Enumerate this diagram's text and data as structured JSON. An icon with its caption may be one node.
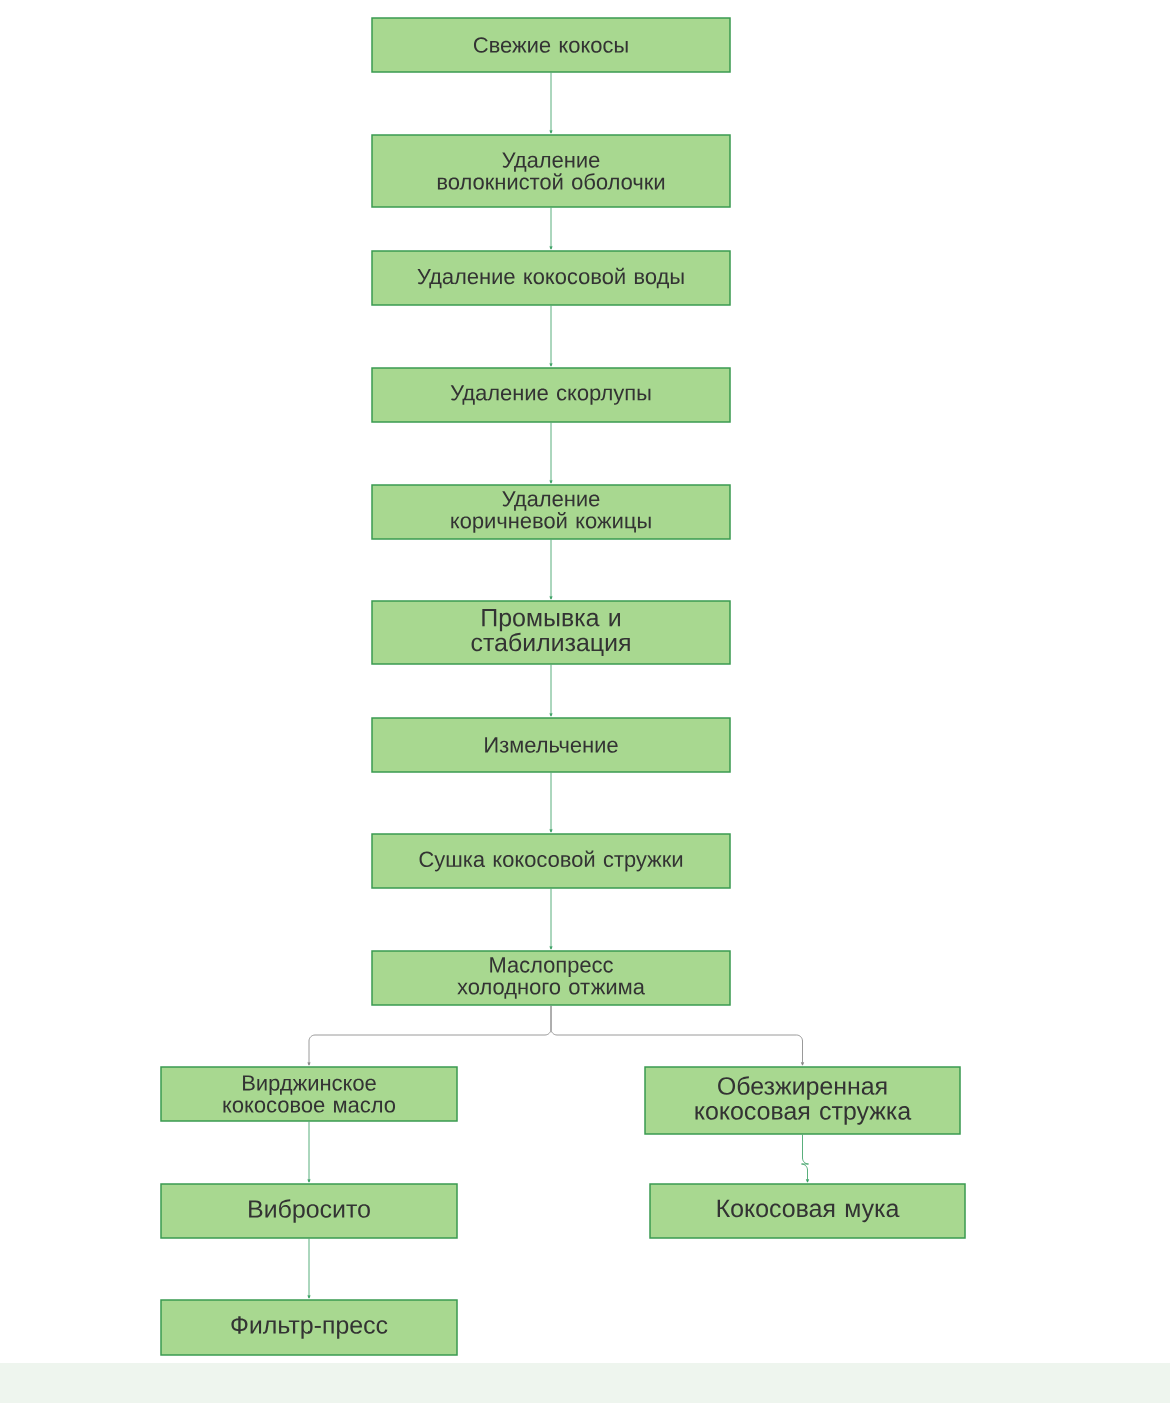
{
  "diagram": {
    "nodes": [
      {
        "text": [
          "Свежие кокосы"
        ]
      },
      {
        "text": [
          "Удаление волокнистой оболочки"
        ]
      },
      {
        "text": [
          "Удаление кокосовой воды"
        ]
      },
      {
        "text": [
          "Удаление скорлупы"
        ]
      },
      {
        "text": [
          "Удаление коричневой кожицы"
        ]
      },
      {
        "text": [
          "Промывка и стабилизация"
        ]
      },
      {
        "text": [
          "Измельчение"
        ]
      },
      {
        "text": [
          "Сушка кокосовой стружки"
        ]
      },
      {
        "text": [
          "Маслопресс холодного отжима"
        ]
      },
      {
        "text": [
          "Вирджинское кокосовое масло"
        ]
      },
      {
        "text": [
          "Обезжиренная кокосовая стружка"
        ]
      },
      {
        "text": [
          "Вибросито"
        ]
      },
      {
        "text": [
          "Кокосовая мука"
        ]
      },
      {
        "text": [
          "Фильтр-пресс"
        ]
      }
    ],
    "edges": [
      {
        "from": 0,
        "to": 1,
        "arrow": "to"
      },
      {
        "from": 1,
        "to": 2,
        "arrow": "to"
      },
      {
        "from": 2,
        "to": 3,
        "arrow": "to"
      },
      {
        "from": 3,
        "to": 4,
        "arrow": "to"
      },
      {
        "from": 4,
        "to": 5,
        "arrow": "to"
      },
      {
        "from": 5,
        "to": 6,
        "arrow": "to"
      },
      {
        "from": 6,
        "to": 7,
        "arrow": "to"
      },
      {
        "from": 7,
        "to": 8,
        "arrow": "to"
      },
      {
        "from": 8,
        "to": 9,
        "arrow": "to",
        "color": "#808080"
      },
      {
        "from": 8,
        "to": 10,
        "arrow": "to",
        "color": "#808080"
      },
      {
        "from": 9,
        "to": 11,
        "arrow": "to"
      },
      {
        "from": 11,
        "to": 13,
        "arrow": "to"
      },
      {
        "from": 10,
        "to": 12,
        "arrow": "to"
      }
    ]
  }
}
